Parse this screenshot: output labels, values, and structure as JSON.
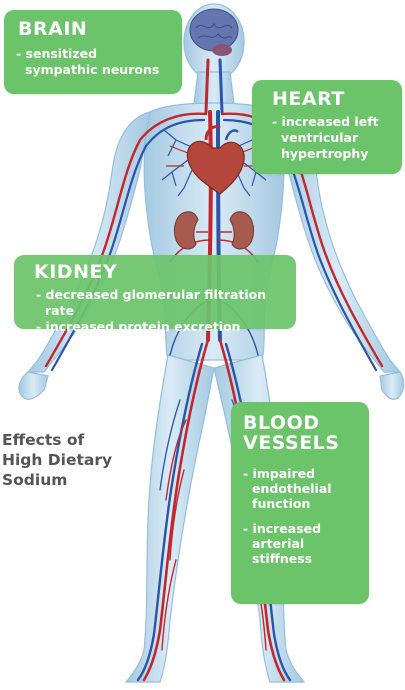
{
  "figure_title": [
    "Effects of",
    "High Dietary",
    "Sodium"
  ],
  "colors": {
    "box_fill": "#6cc46a",
    "box_text": "#ffffff",
    "artery": "#c0282d",
    "vein": "#2a55a8",
    "body_fill": "#bcd8ea",
    "body_outline": "#7fb0d0",
    "heart": "#b5463b",
    "kidney": "#a85a4f",
    "brain": "#5c6fa8"
  },
  "boxes": {
    "brain": {
      "title": "BRAIN",
      "items": [
        "- sensitized sympathic neurons"
      ]
    },
    "heart": {
      "title": "HEART",
      "items": [
        "- increased left ventricular hypertrophy"
      ]
    },
    "kidney": {
      "title": "KIDNEY",
      "items": [
        "- decreased glomerular filtration rate",
        "- increased protein excretion"
      ]
    },
    "blood_vessels": {
      "title": "BLOOD VESSELS",
      "items": [
        "- impaired endothelial function",
        "- increased arterial stiffness"
      ]
    }
  }
}
